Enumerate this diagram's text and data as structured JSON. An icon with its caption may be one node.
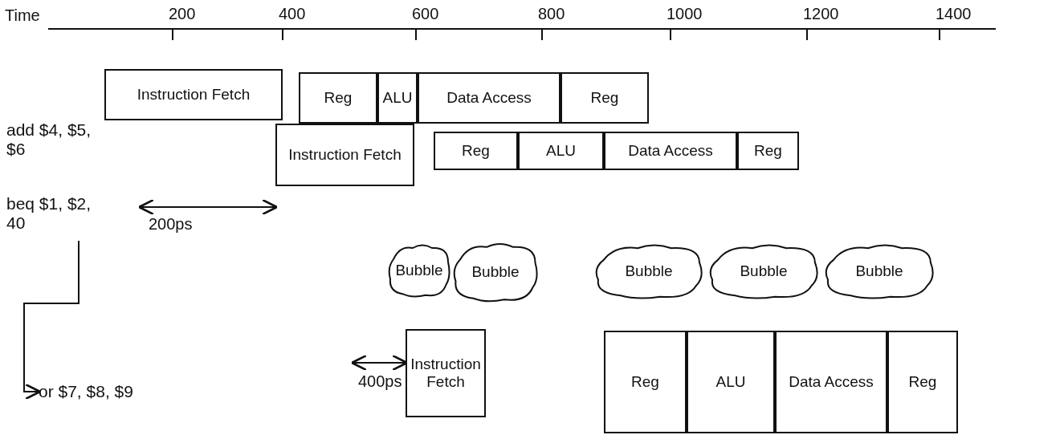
{
  "diagram": {
    "nodes": [
      {
        "text": [
          "add $4, $5, $6"
        ]
      },
      {
        "text": [
          "Instruction Fetch"
        ]
      },
      {
        "text": [
          "Reg"
        ]
      },
      {
        "text": [
          "ALU"
        ]
      },
      {
        "text": [
          "Data Access"
        ]
      },
      {
        "text": [
          "Reg"
        ]
      },
      {
        "text": [
          "beq $1, $2, 40"
        ]
      },
      {
        "text": [
          "Instruction Fetch"
        ]
      },
      {
        "text": [
          "Reg"
        ]
      },
      {
        "text": [
          "ALU"
        ]
      },
      {
        "text": [
          "Data Access"
        ]
      },
      {
        "text": [
          "Reg"
        ]
      },
      {
        "text": [
          "Bubble"
        ]
      },
      {
        "text": [
          "Bubble"
        ]
      },
      {
        "text": [
          "Bubble"
        ]
      },
      {
        "text": [
          "Bubble"
        ]
      },
      {
        "text": [
          "Bubble"
        ]
      },
      {
        "text": [
          "or $7, $8, $9"
        ]
      },
      {
        "text": [
          "Instruction Fetch"
        ]
      },
      {
        "text": [
          "Reg"
        ]
      },
      {
        "text": [
          "ALU"
        ]
      },
      {
        "text": [
          "Data Access"
        ]
      },
      {
        "text": [
          "Reg"
        ]
      }
    ],
    "edges": [
      {
        "from": 6,
        "to": 17,
        "arrow": "to"
      }
    ],
    "labels": [
      "Time",
      "200",
      "400",
      "600",
      "800",
      "1000",
      "1200",
      "1400",
      "200ps",
      "400ps"
    ]
  }
}
